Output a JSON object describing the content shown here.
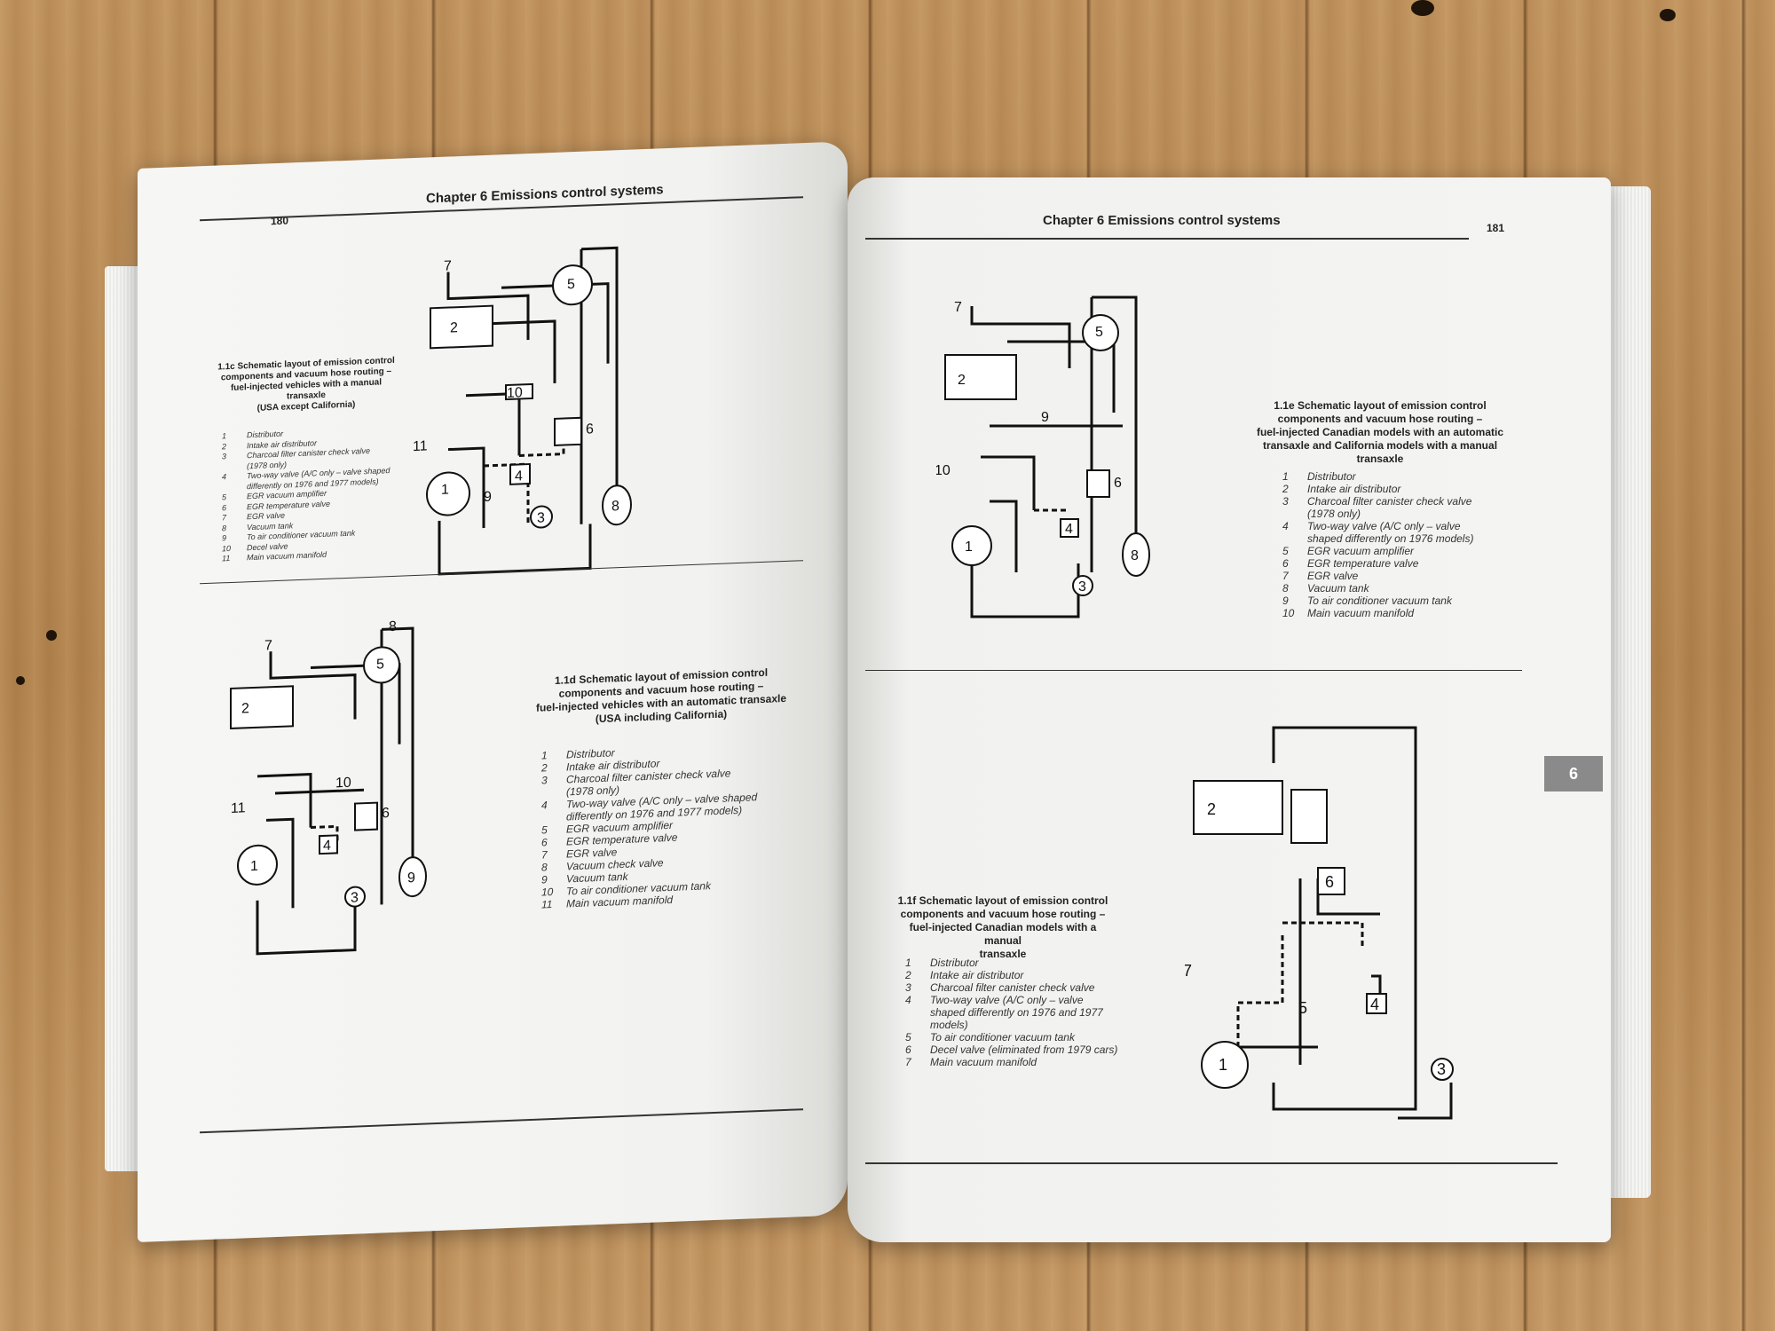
{
  "left_page": {
    "page_number": "180",
    "header": "Chapter 6   Emissions control systems",
    "fig_c": {
      "caption": [
        "1.1c  Schematic layout of emission control",
        "components and vacuum hose routing –",
        "fuel-injected vehicles with a manual transaxle",
        "(USA except California)"
      ],
      "legend": [
        {
          "n": "1",
          "t": "Distributor"
        },
        {
          "n": "2",
          "t": "Intake air distributor"
        },
        {
          "n": "3",
          "t": "Charcoal filter canister check valve"
        },
        {
          "n": "",
          "t": "(1978 only)"
        },
        {
          "n": "4",
          "t": "Two-way valve (A/C only – valve shaped"
        },
        {
          "n": "",
          "t": "differently on 1976 and 1977 models)"
        },
        {
          "n": "5",
          "t": "EGR vacuum amplifier"
        },
        {
          "n": "6",
          "t": "EGR temperature valve"
        },
        {
          "n": "7",
          "t": "EGR valve"
        },
        {
          "n": "8",
          "t": "Vacuum tank"
        },
        {
          "n": "9",
          "t": "To air conditioner vacuum tank"
        },
        {
          "n": "10",
          "t": "Decel valve"
        },
        {
          "n": "11",
          "t": "Main vacuum manifold"
        }
      ],
      "labels": [
        "1",
        "2",
        "3",
        "4",
        "5",
        "6",
        "7",
        "8",
        "9",
        "10",
        "11"
      ]
    },
    "fig_d": {
      "caption": [
        "1.1d  Schematic layout of emission control",
        "components and vacuum hose routing –",
        "fuel-injected vehicles with an automatic transaxle",
        "(USA including California)"
      ],
      "legend": [
        {
          "n": "1",
          "t": "Distributor"
        },
        {
          "n": "2",
          "t": "Intake air distributor"
        },
        {
          "n": "3",
          "t": "Charcoal filter canister check valve"
        },
        {
          "n": "",
          "t": "(1978 only)"
        },
        {
          "n": "4",
          "t": "Two-way valve (A/C only – valve shaped"
        },
        {
          "n": "",
          "t": "differently on 1976 and 1977 models)"
        },
        {
          "n": "5",
          "t": "EGR vacuum amplifier"
        },
        {
          "n": "6",
          "t": "EGR temperature valve"
        },
        {
          "n": "7",
          "t": "EGR valve"
        },
        {
          "n": "8",
          "t": "Vacuum check valve"
        },
        {
          "n": "9",
          "t": "Vacuum tank"
        },
        {
          "n": "10",
          "t": "To air conditioner vacuum tank"
        },
        {
          "n": "11",
          "t": "Main vacuum manifold"
        }
      ],
      "labels": [
        "1",
        "2",
        "3",
        "4",
        "5",
        "6",
        "7",
        "8",
        "9",
        "10",
        "11"
      ]
    }
  },
  "right_page": {
    "page_number": "181",
    "header": "Chapter 6   Emissions control systems",
    "chapter_tab": "6",
    "fig_e": {
      "caption": [
        "1.1e  Schematic layout of emission control",
        "components and vacuum hose routing –",
        "fuel-injected Canadian models with an automatic",
        "transaxle and California models with a manual",
        "transaxle"
      ],
      "legend": [
        {
          "n": "1",
          "t": "Distributor"
        },
        {
          "n": "2",
          "t": "Intake air distributor"
        },
        {
          "n": "3",
          "t": "Charcoal filter canister check valve"
        },
        {
          "n": "",
          "t": "(1978 only)"
        },
        {
          "n": "4",
          "t": "Two-way valve (A/C only – valve"
        },
        {
          "n": "",
          "t": "shaped differently on 1976 models)"
        },
        {
          "n": "5",
          "t": "EGR vacuum amplifier"
        },
        {
          "n": "6",
          "t": "EGR temperature valve"
        },
        {
          "n": "7",
          "t": "EGR valve"
        },
        {
          "n": "8",
          "t": "Vacuum tank"
        },
        {
          "n": "9",
          "t": "To air conditioner vacuum tank"
        },
        {
          "n": "10",
          "t": "Main vacuum manifold"
        }
      ],
      "labels": [
        "1",
        "2",
        "3",
        "4",
        "5",
        "6",
        "7",
        "8",
        "9",
        "10"
      ]
    },
    "fig_f": {
      "caption": [
        "1.1f  Schematic layout of emission control",
        "components and vacuum hose routing –",
        "fuel-injected Canadian models with a manual",
        "transaxle"
      ],
      "legend": [
        {
          "n": "1",
          "t": "Distributor"
        },
        {
          "n": "2",
          "t": "Intake air distributor"
        },
        {
          "n": "3",
          "t": "Charcoal filter canister check valve"
        },
        {
          "n": "4",
          "t": "Two-way valve (A/C only – valve"
        },
        {
          "n": "",
          "t": "shaped differently on 1976 and 1977"
        },
        {
          "n": "",
          "t": "models)"
        },
        {
          "n": "5",
          "t": "To air conditioner vacuum tank"
        },
        {
          "n": "6",
          "t": "Decel valve (eliminated from 1979 cars)"
        },
        {
          "n": "7",
          "t": "Main vacuum manifold"
        }
      ],
      "labels": [
        "1",
        "2",
        "3",
        "4",
        "5",
        "6",
        "7"
      ]
    }
  }
}
